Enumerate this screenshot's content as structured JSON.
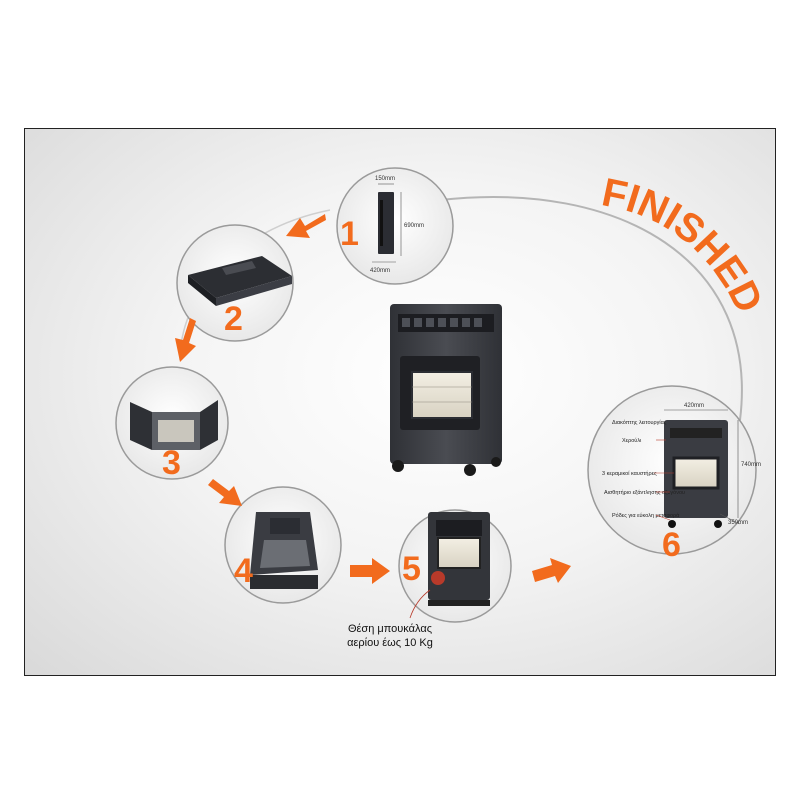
{
  "banner": "FINISHED",
  "steps": [
    {
      "number": "1"
    },
    {
      "number": "2"
    },
    {
      "number": "3"
    },
    {
      "number": "4"
    },
    {
      "number": "5"
    },
    {
      "number": "6"
    }
  ],
  "step1_dims": {
    "depth": "150mm",
    "height": "690mm",
    "width": "420mm"
  },
  "step5_caption": {
    "line1": "Θέση μπουκάλας",
    "line2": "αερίου έως 10 Kg"
  },
  "step6": {
    "width": "420mm",
    "height": "740mm",
    "depth": "350mm",
    "labels": {
      "switch": "Διακόπτης λειτουργίας",
      "handle": "Χερούλι",
      "burners": "3 κεραμικοί καυστήρες",
      "sensor": "Αισθητήριο εξάντλησης οξυγόνου",
      "wheels": "Ρόδες για εύκολη μεταφορά"
    }
  },
  "colors": {
    "accent": "#f26b1d",
    "heater_body": "#3a3c42",
    "heater_panel": "#2b2d33"
  }
}
